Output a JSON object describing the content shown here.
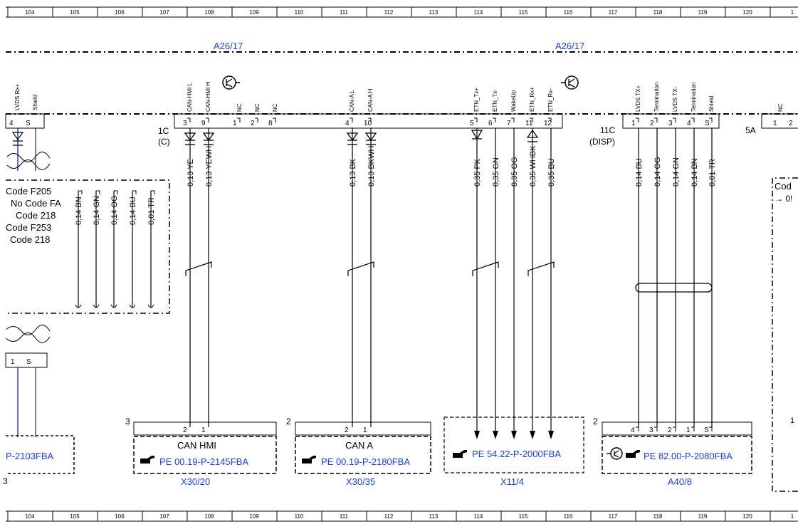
{
  "ruler": {
    "top": [
      "104",
      "105",
      "106",
      "107",
      "108",
      "109",
      "110",
      "111",
      "112",
      "113",
      "114",
      "115",
      "116",
      "117",
      "118",
      "119",
      "120",
      "1"
    ],
    "bottom": [
      "104",
      "105",
      "106",
      "107",
      "108",
      "109",
      "110",
      "111",
      "112",
      "113",
      "114",
      "115",
      "116",
      "117",
      "118",
      "119",
      "120",
      "1"
    ]
  },
  "components": {
    "a26_left": "A26/17",
    "a26_right": "A26/17",
    "c1_label": "1C",
    "c1_sub": "(C)",
    "c11_label": "11C",
    "c11_sub": "(DISP)",
    "c5_label": "5A"
  },
  "pins": {
    "left_edge": [
      {
        "num": "4",
        "name": "LVDS Rx+"
      },
      {
        "num": "S",
        "name": "Shield"
      }
    ],
    "c1": [
      {
        "num": "3",
        "name": "CAN-HMI L"
      },
      {
        "num": "9",
        "name": "CAN-HMI H"
      },
      {
        "num": "1",
        "name": "NC"
      },
      {
        "num": "2",
        "name": "NC"
      },
      {
        "num": "8",
        "name": "NC"
      },
      {
        "num": "4",
        "name": "CAN-A L"
      },
      {
        "num": "10",
        "name": "CAN-A H"
      },
      {
        "num": "5",
        "name": "ETN_Tx+"
      },
      {
        "num": "6",
        "name": "ETN_Tx-"
      },
      {
        "num": "7",
        "name": "WakeUp"
      },
      {
        "num": "11",
        "name": "ETN_Rx+"
      },
      {
        "num": "12",
        "name": "ETN_Rx-"
      }
    ],
    "c11": [
      {
        "num": "1",
        "name": "LVDS TX+"
      },
      {
        "num": "2",
        "name": "Termination"
      },
      {
        "num": "3",
        "name": "LVDS TX-"
      },
      {
        "num": "4",
        "name": "Termination"
      },
      {
        "num": "S",
        "name": "Shield"
      }
    ],
    "c5": [
      {
        "num": "1",
        "name": "NC"
      },
      {
        "num": "2",
        "name": ""
      }
    ]
  },
  "wires": {
    "can_hmi": [
      "0,13 YE",
      "0,13 YEWH"
    ],
    "can_a": [
      "0,13 BK",
      "0,13 BKWH"
    ],
    "etn": [
      "0,35 PK",
      "0,35 GN",
      "0,35 OG",
      "0,35 WHBK",
      "0,35 BU"
    ],
    "disp": [
      "0,14 BU",
      "0,14 OG",
      "0,14 GN",
      "0,14 BN",
      "0,01 TR"
    ],
    "left_box": [
      "0,14 BN",
      "0,14 GN",
      "0,14 OG",
      "0,14 BU",
      "0,01 TR"
    ]
  },
  "code_box": [
    "Code F205",
    "No Code FA",
    "Code 218",
    "Code F253",
    "Code 218"
  ],
  "right_box": {
    "line1": "Cod",
    "line2": "→ 0!"
  },
  "connectors": {
    "x30_20": {
      "label": "X30/20",
      "title": "CAN HMI",
      "ref": "PE 00.19-P-2145FBA",
      "num": "3",
      "pins": [
        "2",
        "1"
      ]
    },
    "x30_35": {
      "label": "X30/35",
      "title": "CAN A",
      "ref": "PE 00.19-P-2180FBA",
      "num": "2",
      "pins": [
        "2",
        "1"
      ]
    },
    "x11_4": {
      "label": "X11/4",
      "ref": "PE 54.22-P-2000FBA"
    },
    "a40_8": {
      "label": "A40/8",
      "ref": "PE 82.00-P-2080FBA",
      "num": "2",
      "pins": [
        "4",
        "3",
        "2",
        "1",
        "S"
      ]
    },
    "left": {
      "ref": "P-2103FBA",
      "label": "3",
      "pins": [
        "1",
        "S"
      ]
    }
  },
  "colors": {
    "line": "#000000",
    "ref_text": "#1a3fd6",
    "wire_blue": "#1a3fd6"
  },
  "icons": [
    "transistor-ground-icon",
    "pointing-hand-icon"
  ]
}
